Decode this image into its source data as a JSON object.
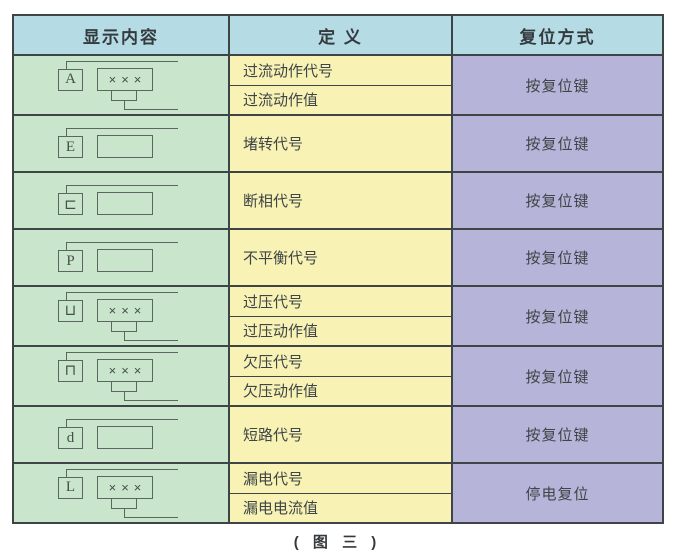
{
  "table": {
    "headers": [
      "显示内容",
      "定 义",
      "复位方式"
    ],
    "rows": [
      {
        "display": {
          "letter": "A",
          "value": "×××",
          "bracket": true
        },
        "definitions": [
          "过流动作代号",
          "过流动作值"
        ],
        "reset": "按复位键"
      },
      {
        "display": {
          "letter": "E",
          "value": "",
          "bracket": false
        },
        "definitions": [
          "堵转代号"
        ],
        "reset": "按复位键"
      },
      {
        "display": {
          "letter": "⊏",
          "value": "",
          "bracket": false
        },
        "definitions": [
          "断相代号"
        ],
        "reset": "按复位键"
      },
      {
        "display": {
          "letter": "P",
          "value": "",
          "bracket": false
        },
        "definitions": [
          "不平衡代号"
        ],
        "reset": "按复位键"
      },
      {
        "display": {
          "letter": "⊔",
          "value": "×××",
          "bracket": true
        },
        "definitions": [
          "过压代号",
          "过压动作值"
        ],
        "reset": "按复位键"
      },
      {
        "display": {
          "letter": "⊓",
          "value": "×××",
          "bracket": true
        },
        "definitions": [
          "欠压代号",
          "欠压动作值"
        ],
        "reset": "按复位键"
      },
      {
        "display": {
          "letter": "d",
          "value": "",
          "bracket": false
        },
        "definitions": [
          "短路代号"
        ],
        "reset": "按复位键"
      },
      {
        "display": {
          "letter": "L",
          "value": "×××",
          "bracket": true
        },
        "definitions": [
          "漏电代号",
          "漏电电流值"
        ],
        "reset": "停电复位"
      }
    ],
    "caption": "( 图 三 )"
  },
  "colors": {
    "header_bg": "#b5dbe5",
    "display_col_bg": "#c9e6cd",
    "definition_col_bg": "#f8f2b4",
    "reset_col_bg": "#b6b4d8",
    "border": "#3f4447",
    "icon_line": "#5c6660"
  }
}
